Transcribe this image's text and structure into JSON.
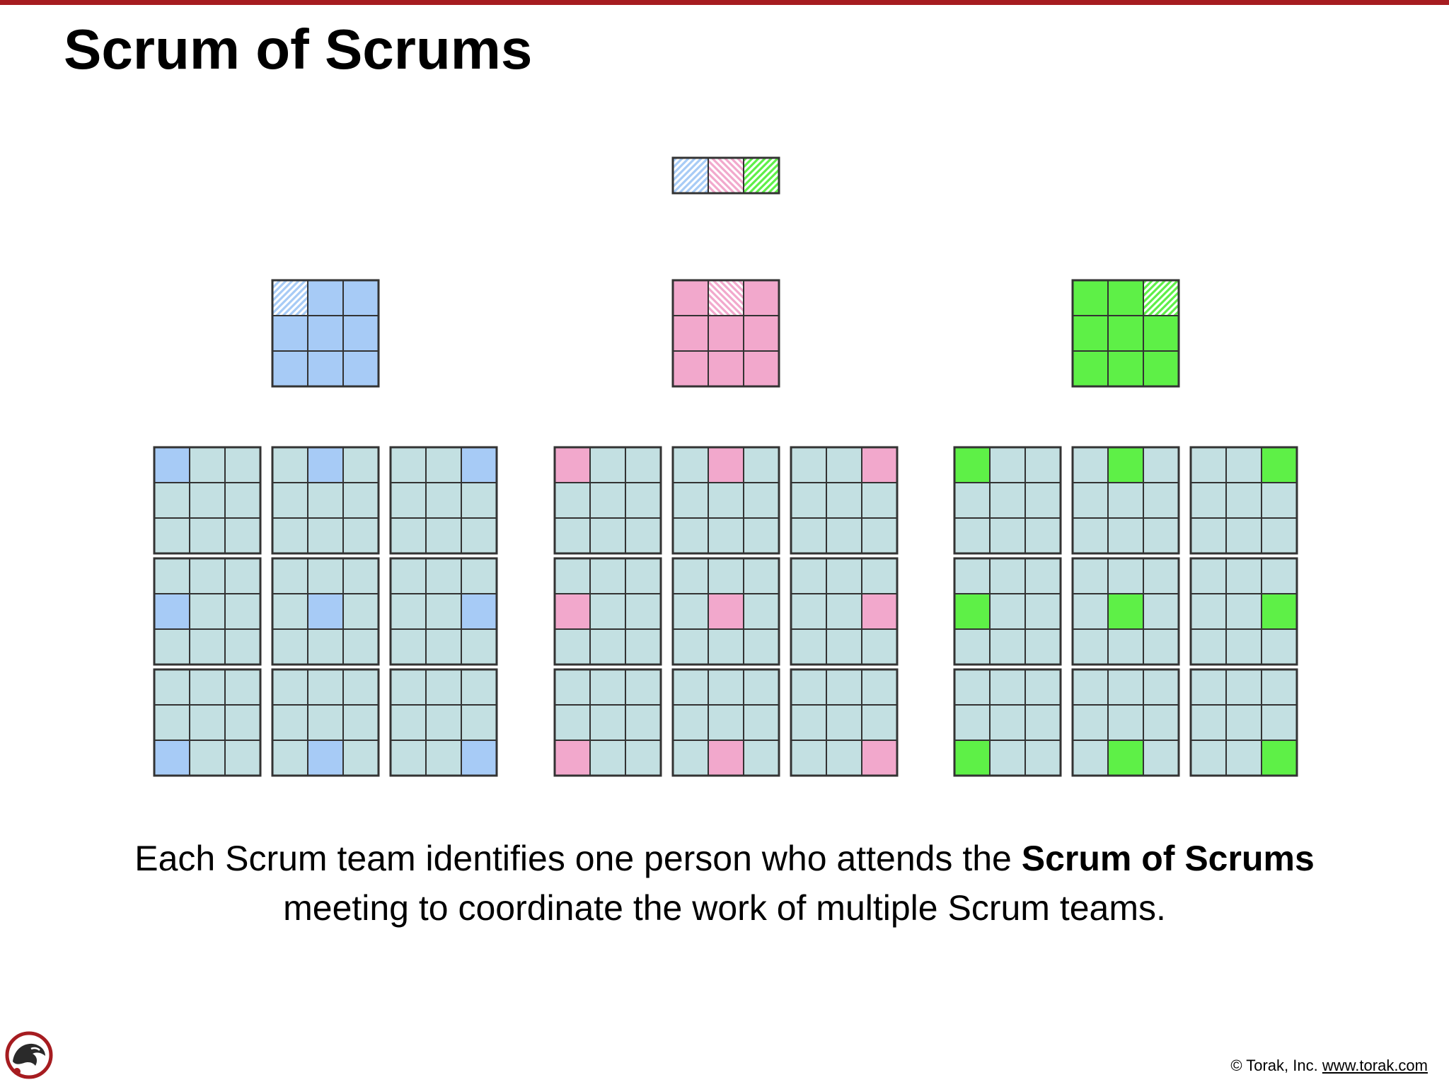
{
  "slide": {
    "title": "Scrum of Scrums"
  },
  "caption": {
    "before": "Each Scrum team identifies one person who attends the ",
    "emphasis": "Scrum of Scrums",
    "after": " meeting to coordinate the work of multiple Scrum teams."
  },
  "footer": {
    "copyright": "© Torak, Inc.",
    "link": "www.torak.com"
  },
  "colors": {
    "accent_rule": "#a61c20",
    "member_default": "#c3e0e2",
    "grid_line": "#333333",
    "blue": "#a7cbf6",
    "pink": "#f2a8cc",
    "green": "#5ef047"
  },
  "diagram": {
    "scrum_of_scrums": {
      "members": [
        {
          "team": "blue",
          "style": "hatched"
        },
        {
          "team": "pink",
          "style": "hatched"
        },
        {
          "team": "green",
          "style": "hatched"
        }
      ]
    },
    "programs": [
      {
        "color": "blue",
        "coordination_team": {
          "hatched_cell": 0
        },
        "scrum_teams": [
          {
            "highlight_cell": 0
          },
          {
            "highlight_cell": 1
          },
          {
            "highlight_cell": 2
          },
          {
            "highlight_cell": 3
          },
          {
            "highlight_cell": 4
          },
          {
            "highlight_cell": 5
          },
          {
            "highlight_cell": 6
          },
          {
            "highlight_cell": 7
          },
          {
            "highlight_cell": 8
          }
        ]
      },
      {
        "color": "pink",
        "coordination_team": {
          "hatched_cell": 1
        },
        "scrum_teams": [
          {
            "highlight_cell": 0
          },
          {
            "highlight_cell": 1
          },
          {
            "highlight_cell": 2
          },
          {
            "highlight_cell": 3
          },
          {
            "highlight_cell": 4
          },
          {
            "highlight_cell": 5
          },
          {
            "highlight_cell": 6
          },
          {
            "highlight_cell": 7
          },
          {
            "highlight_cell": 8
          }
        ]
      },
      {
        "color": "green",
        "coordination_team": {
          "hatched_cell": 2
        },
        "scrum_teams": [
          {
            "highlight_cell": 0
          },
          {
            "highlight_cell": 1
          },
          {
            "highlight_cell": 2
          },
          {
            "highlight_cell": 3
          },
          {
            "highlight_cell": 4
          },
          {
            "highlight_cell": 5
          },
          {
            "highlight_cell": 6
          },
          {
            "highlight_cell": 7
          },
          {
            "highlight_cell": 8
          }
        ]
      }
    ]
  }
}
